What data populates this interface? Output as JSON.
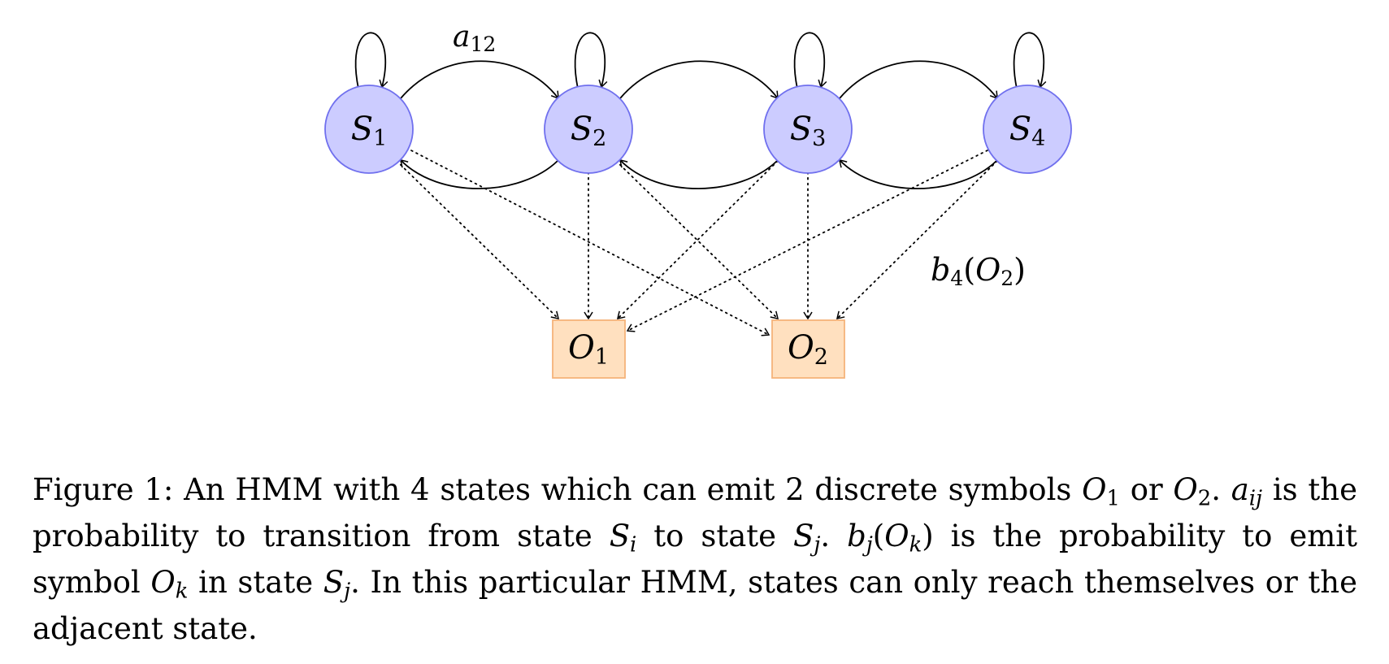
{
  "states": [
    {
      "id": "S1",
      "letter": "S",
      "sub": "1"
    },
    {
      "id": "S2",
      "letter": "S",
      "sub": "2"
    },
    {
      "id": "S3",
      "letter": "S",
      "sub": "3"
    },
    {
      "id": "S4",
      "letter": "S",
      "sub": "4"
    }
  ],
  "symbols": [
    {
      "id": "O1",
      "letter": "O",
      "sub": "1"
    },
    {
      "id": "O2",
      "letter": "O",
      "sub": "2"
    }
  ],
  "transition_label": {
    "letter": "a",
    "sub": "12"
  },
  "emission_label": {
    "letter": "b",
    "sub": "4",
    "arg_letter": "O",
    "arg_sub": "2"
  },
  "colors": {
    "state_fill": "#ccccff",
    "state_stroke": "#7070ee",
    "symbol_fill": "#ffe0bf",
    "symbol_stroke": "#f5b37a"
  },
  "caption": {
    "label": "Figure 1:",
    "t1": " An HMM with 4 states which can emit 2 discrete symbols ",
    "m1": "O",
    "m1s": "1",
    "t2": " or ",
    "m2": "O",
    "m2s": "2",
    "t3": ". ",
    "m3": "a",
    "m3s": "ij",
    "t4": " is the probability to transition from state ",
    "m4": "S",
    "m4s": "i",
    "t5": " to state ",
    "m5": "S",
    "m5s": "j",
    "t6": ". ",
    "m6": "b",
    "m6s": "j",
    "m6b": "(",
    "m6c": "O",
    "m6cs": "k",
    "m6d": ")",
    "t7": " is the probability to emit symbol ",
    "m7": "O",
    "m7s": "k",
    "t8": " in state ",
    "m8": "S",
    "m8s": "j",
    "t9": ". In this particular HMM, states can only reach themselves or the adjacent state."
  }
}
